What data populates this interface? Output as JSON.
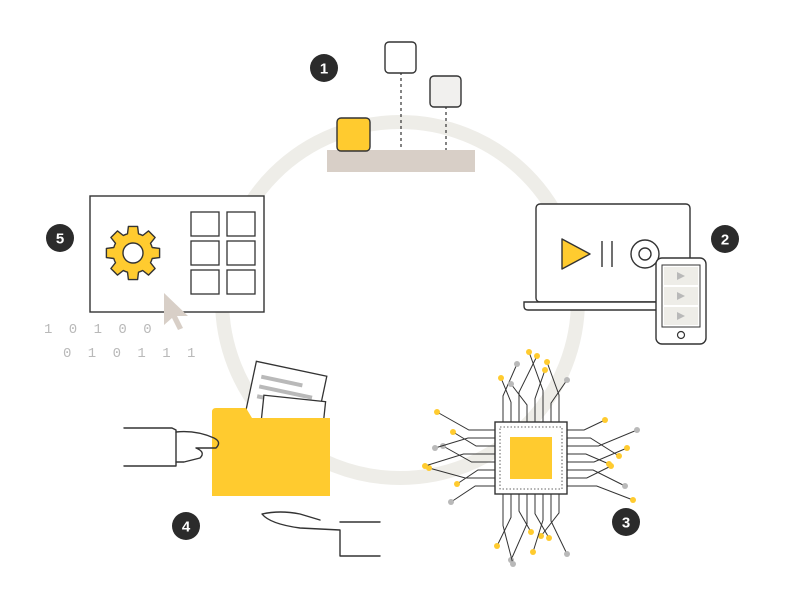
{
  "steps": [
    {
      "number": "1",
      "icon": "data-blocks-icon"
    },
    {
      "number": "2",
      "icon": "media-devices-icon"
    },
    {
      "number": "3",
      "icon": "processor-chip-icon"
    },
    {
      "number": "4",
      "icon": "folder-handoff-icon"
    },
    {
      "number": "5",
      "icon": "settings-dashboard-icon"
    }
  ],
  "binary": {
    "row1": "1 0 1 0 0",
    "row2": "0 1 0 1 1 1"
  },
  "colors": {
    "accent": "#FFCB2F",
    "ring": "#EEEDE8",
    "ink": "#333333",
    "badge": "#2B2B2B",
    "platform": "#D8CFC7",
    "muted": "#B9B9B9"
  }
}
